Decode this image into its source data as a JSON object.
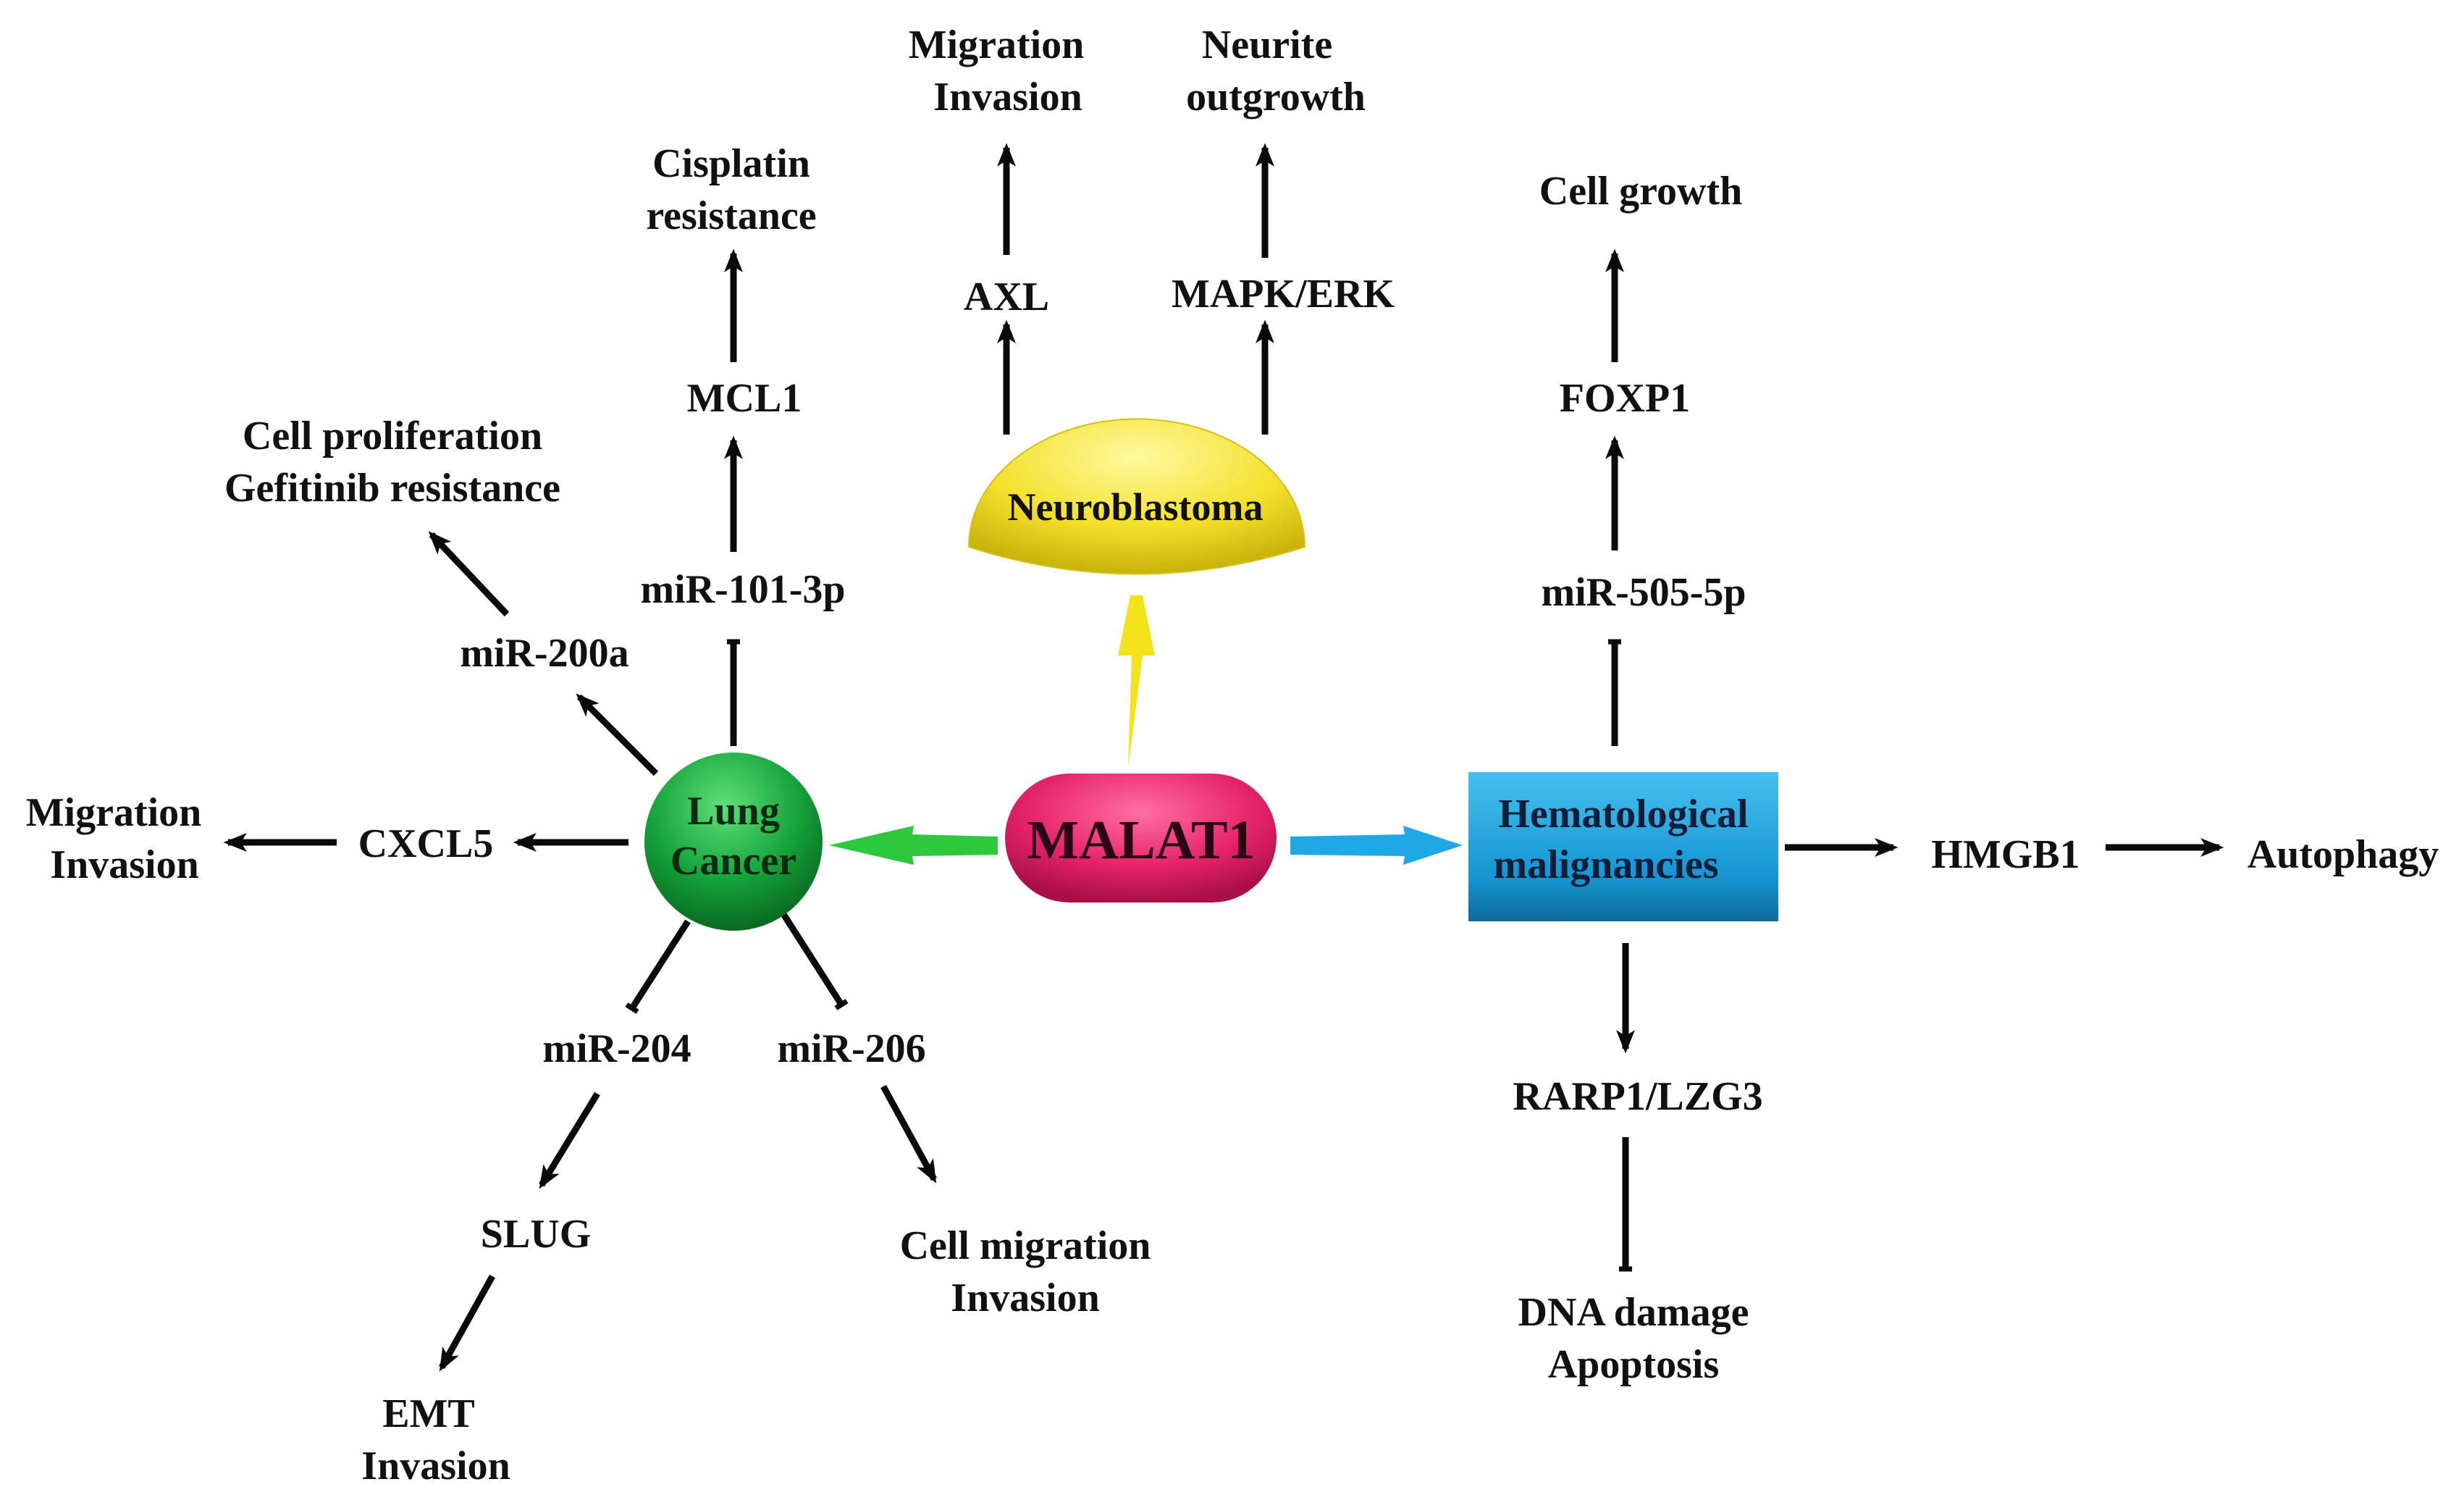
{
  "nodes": {
    "malat1": "MALAT1",
    "lung_cancer": [
      "Lung",
      "Cancer"
    ],
    "neuroblastoma": "Neuroblastoma",
    "hematological": [
      "Hematological",
      "malignancies"
    ],
    "mir_101_3p": "miR-101-3p",
    "mcl1": "MCL1",
    "cisplatin": [
      "Cisplatin",
      "resistance"
    ],
    "mir_200a": "miR-200a",
    "proliferation": [
      "Cell proliferation",
      "Gefitinib  resistance"
    ],
    "cxcl5": "CXCL5",
    "migration_left": [
      "Migration",
      "Invasion"
    ],
    "mir_204": "miR-204",
    "slug": "SLUG",
    "emt": [
      "EMT",
      "Invasion"
    ],
    "mir_206": "miR-206",
    "cell_migration": [
      "Cell migration",
      "Invasion"
    ],
    "axl": "AXL",
    "migration_top": [
      "Migration",
      "Invasion"
    ],
    "mapk_erk": "MAPK/ERK",
    "neurite": [
      "Neurite",
      "outgrowth"
    ],
    "mir_505_5p": "miR-505-5p",
    "foxp1": "FOXP1",
    "cell_growth": "Cell growth",
    "hmgb1": "HMGB1",
    "autophagy": "Autophagy",
    "rarp1": "RARP1/LZG3",
    "dna_damage": [
      "DNA damage",
      "Apoptosis"
    ]
  },
  "colors": {
    "malat1": "#e8266e",
    "lung_cancer": "#13a037",
    "neuroblastoma": "#f2e028",
    "hematological": "#1a9ad6",
    "arrow_green": "#2ec83c",
    "arrow_yellow": "#f4e21a",
    "arrow_blue": "#1ea8e6"
  }
}
